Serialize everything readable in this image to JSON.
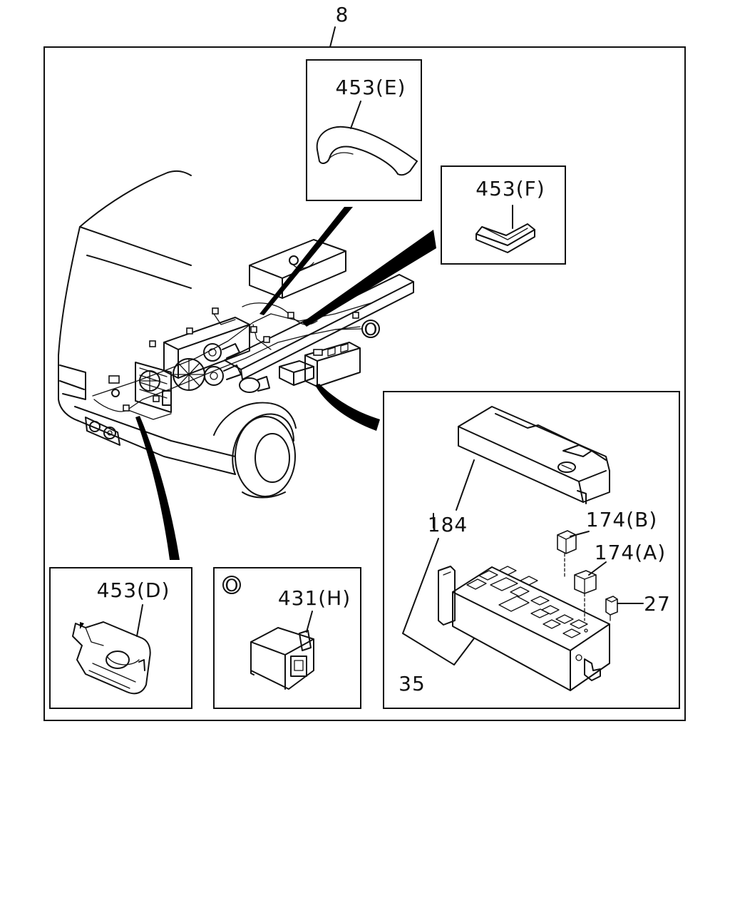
{
  "callouts": {
    "main": "8",
    "cover_e": "453(E)",
    "cover_f": "453(F)",
    "cover_d": "453(D)",
    "connector_h": "431(H)",
    "detail_marker": "O",
    "fuse_box_lid": "184",
    "fuse_box": "35",
    "relay_b": "174(B)",
    "relay_a": "174(A)",
    "fuse": "27"
  },
  "colors": {
    "line": "#111111",
    "background": "#ffffff"
  }
}
